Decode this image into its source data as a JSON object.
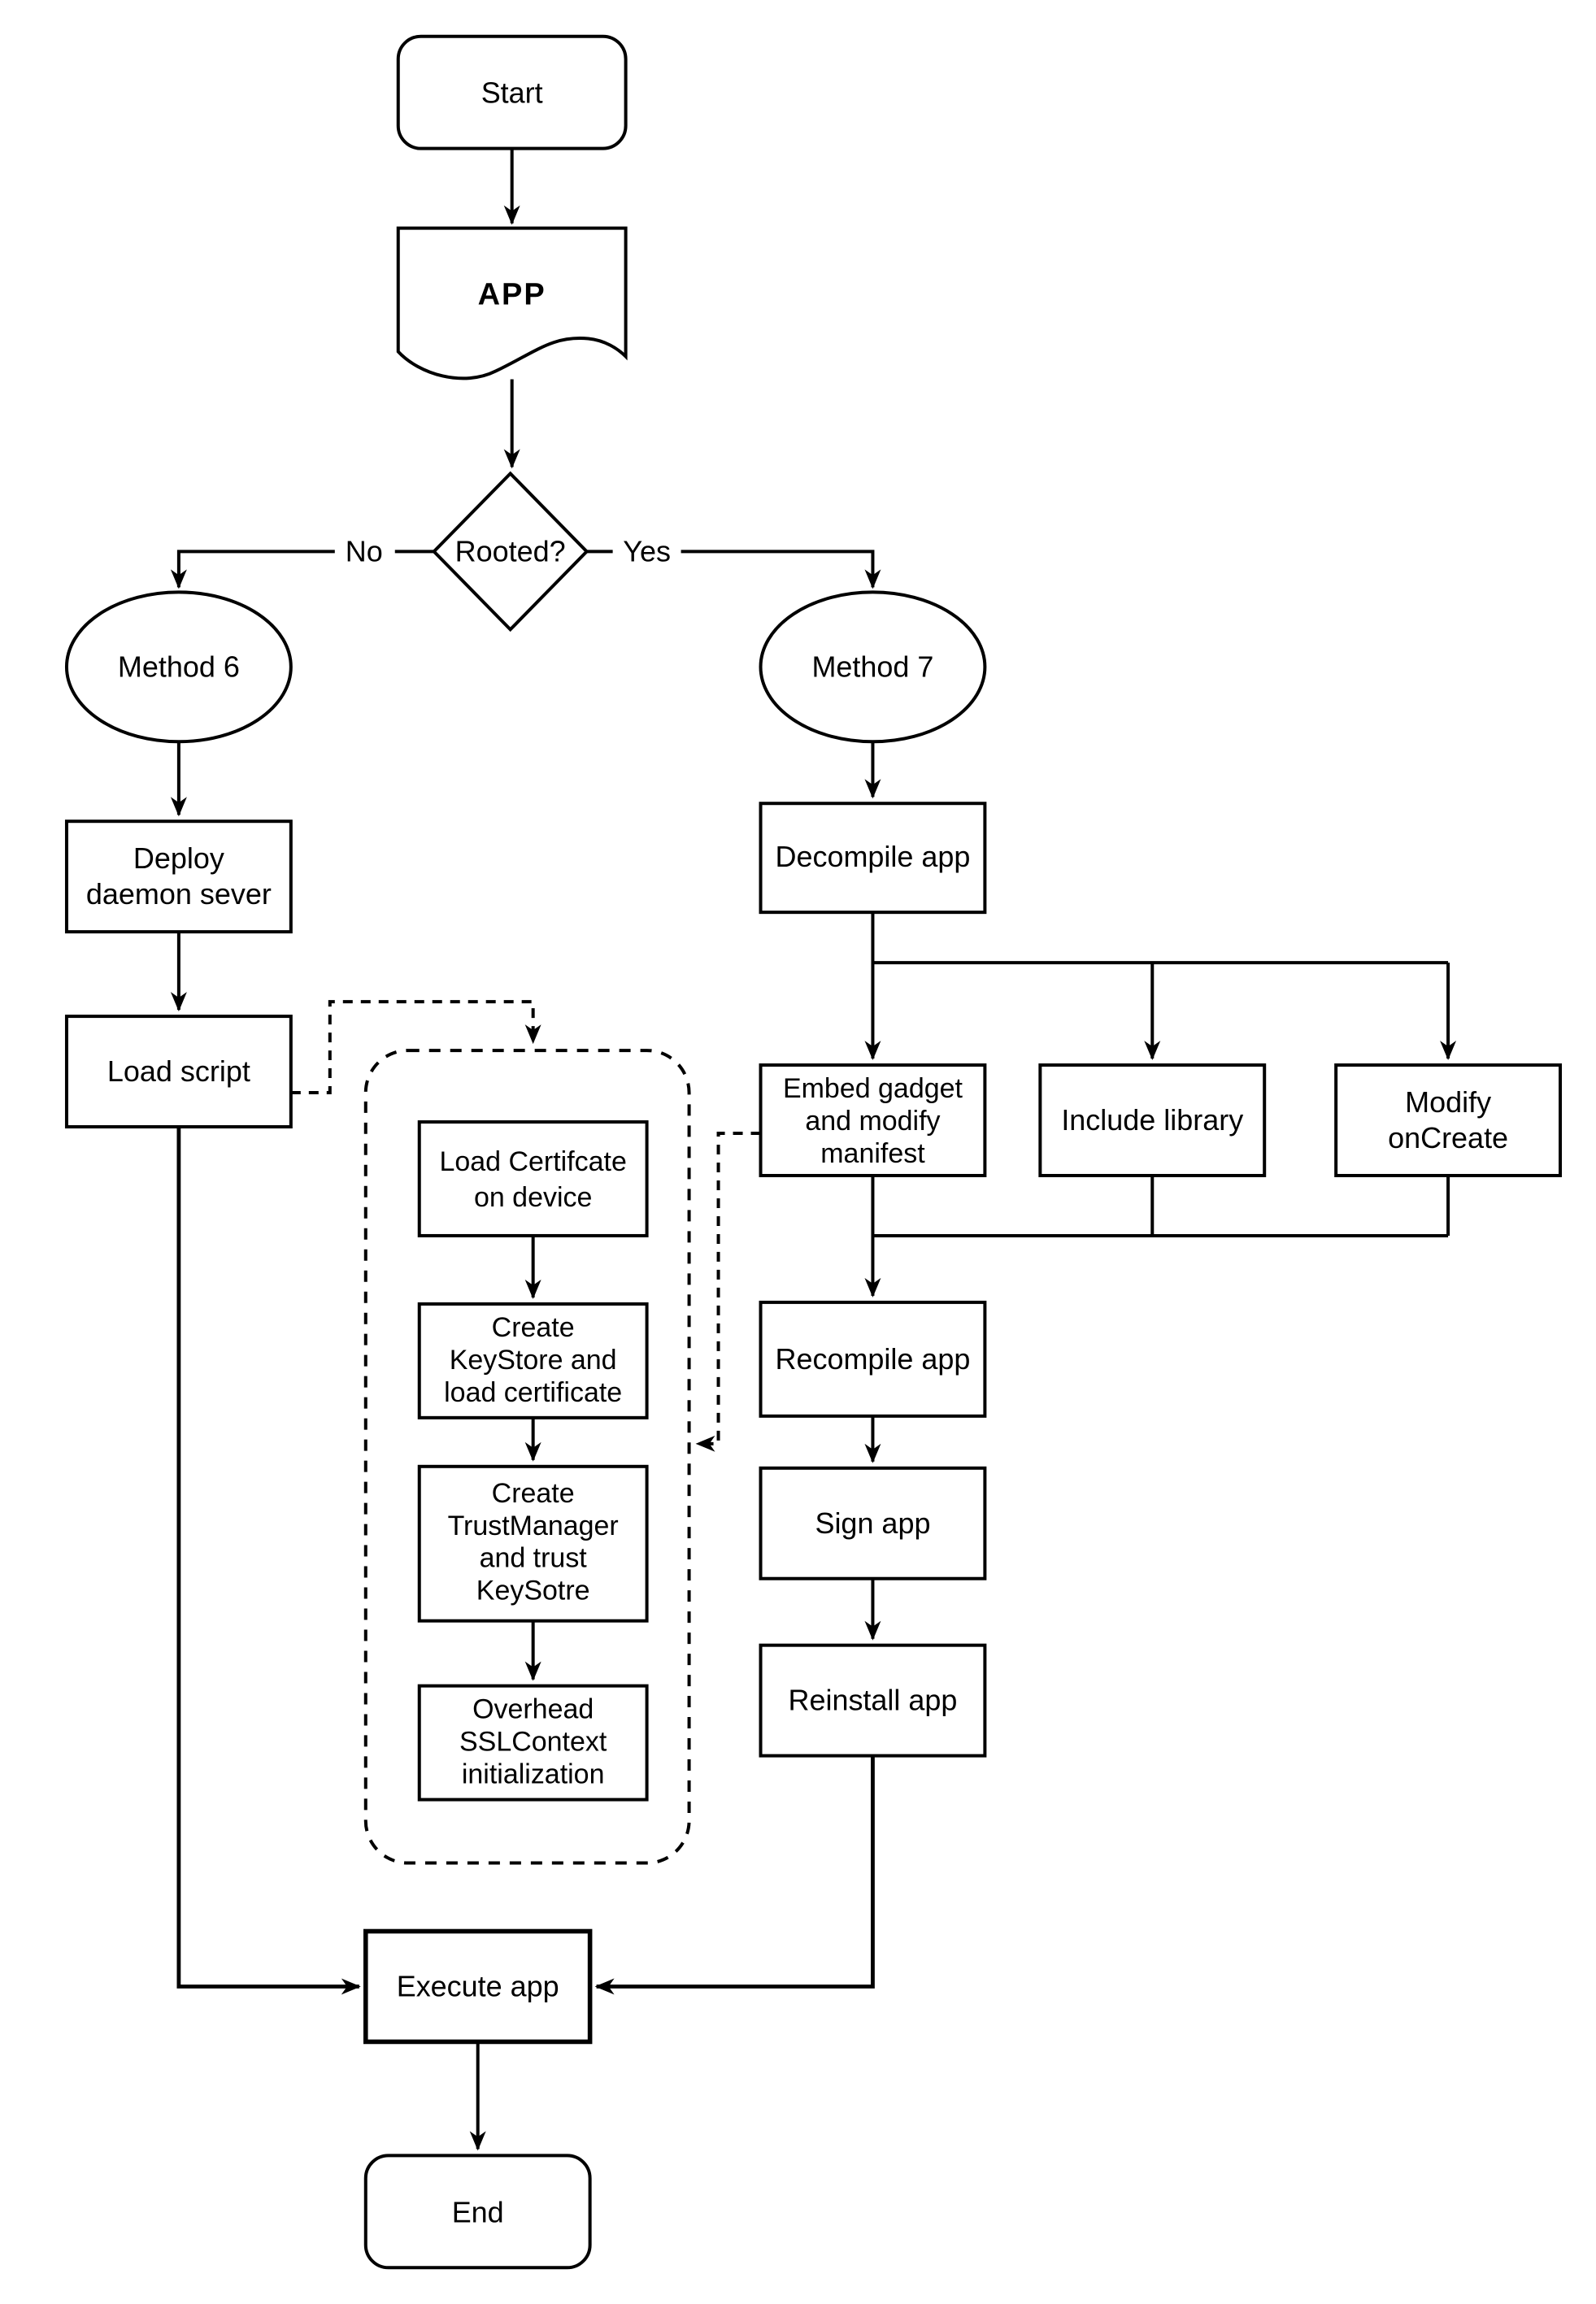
{
  "diagram": {
    "type": "flowchart",
    "colors": {
      "stroke": "#000000",
      "background": "#ffffff",
      "text": "#000000"
    },
    "nodes": {
      "start": {
        "label": "Start",
        "shape": "terminator"
      },
      "app": {
        "label": "APP",
        "shape": "document"
      },
      "rooted": {
        "label": "Rooted?",
        "shape": "decision"
      },
      "method6": {
        "label": "Method 6",
        "shape": "ellipse"
      },
      "method7": {
        "label": "Method 7",
        "shape": "ellipse"
      },
      "deploy": {
        "shape": "process",
        "lines": [
          "Deploy",
          "daemon sever"
        ]
      },
      "load_script": {
        "label": "Load script",
        "shape": "process"
      },
      "decompile": {
        "label": "Decompile app",
        "shape": "process"
      },
      "embed": {
        "shape": "process",
        "lines": [
          "Embed gadget",
          "and modify",
          "manifest"
        ]
      },
      "include": {
        "label": "Include library",
        "shape": "process"
      },
      "modify": {
        "shape": "process",
        "lines": [
          "Modify",
          "onCreate"
        ]
      },
      "recompile": {
        "label": "Recompile app",
        "shape": "process"
      },
      "sign": {
        "label": "Sign app",
        "shape": "process"
      },
      "reinstall": {
        "label": "Reinstall app",
        "shape": "process"
      },
      "load_cert": {
        "shape": "process",
        "lines": [
          "Load Certifcate",
          "on device"
        ]
      },
      "create_keystore": {
        "shape": "process",
        "lines": [
          "Create",
          "KeyStore and",
          "load certificate"
        ]
      },
      "create_trustmanager": {
        "shape": "process",
        "lines": [
          "Create",
          "TrustManager",
          "and trust",
          "KeySotre"
        ]
      },
      "overhead": {
        "shape": "process",
        "lines": [
          "Overhead",
          "SSLContext",
          "initialization"
        ]
      },
      "execute": {
        "label": "Execute app",
        "shape": "process"
      },
      "end": {
        "label": "End",
        "shape": "terminator"
      }
    },
    "edge_labels": {
      "no": "No",
      "yes": "Yes"
    }
  }
}
